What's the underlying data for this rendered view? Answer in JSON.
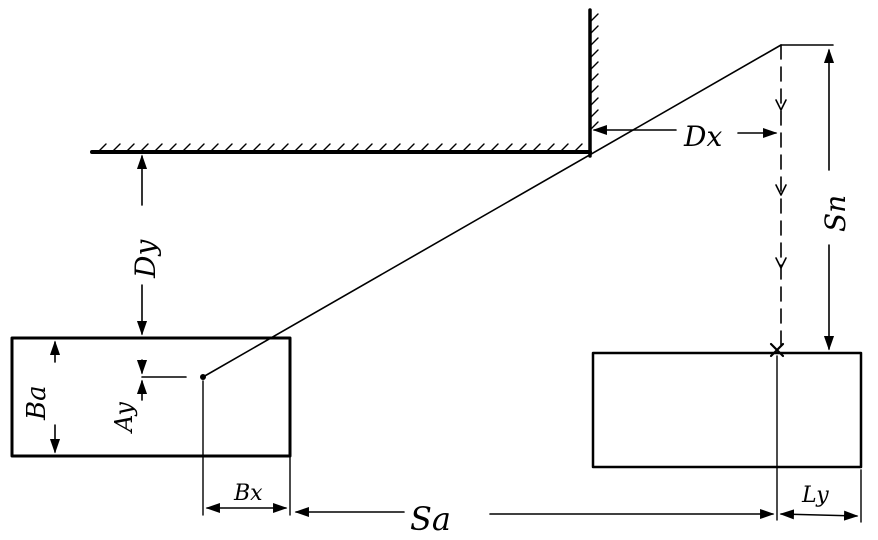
{
  "labels": {
    "dx": "Dx",
    "dy": "Dy",
    "sn": "Sn",
    "ba": "Ba",
    "ay": "Ay",
    "bx": "Bx",
    "sa": "Sa",
    "ly": "Ly"
  },
  "colors": {
    "ink": "#000000",
    "background": "#ffffff"
  }
}
